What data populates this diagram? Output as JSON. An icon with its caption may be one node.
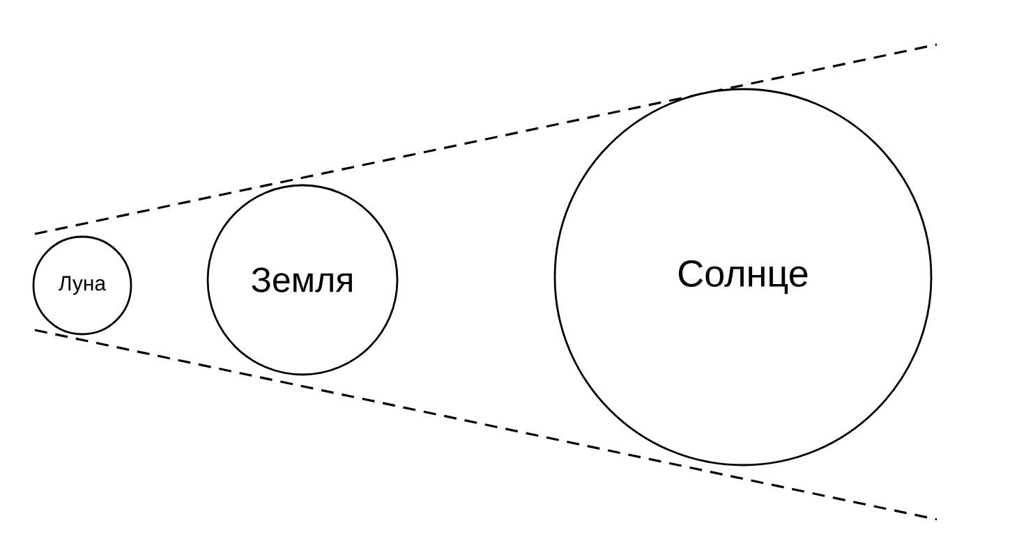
{
  "diagram": {
    "nodes": [
      {
        "text": [
          "Луна"
        ]
      },
      {
        "text": [
          "Земля"
        ]
      },
      {
        "text": [
          "Солнце"
        ]
      }
    ]
  }
}
